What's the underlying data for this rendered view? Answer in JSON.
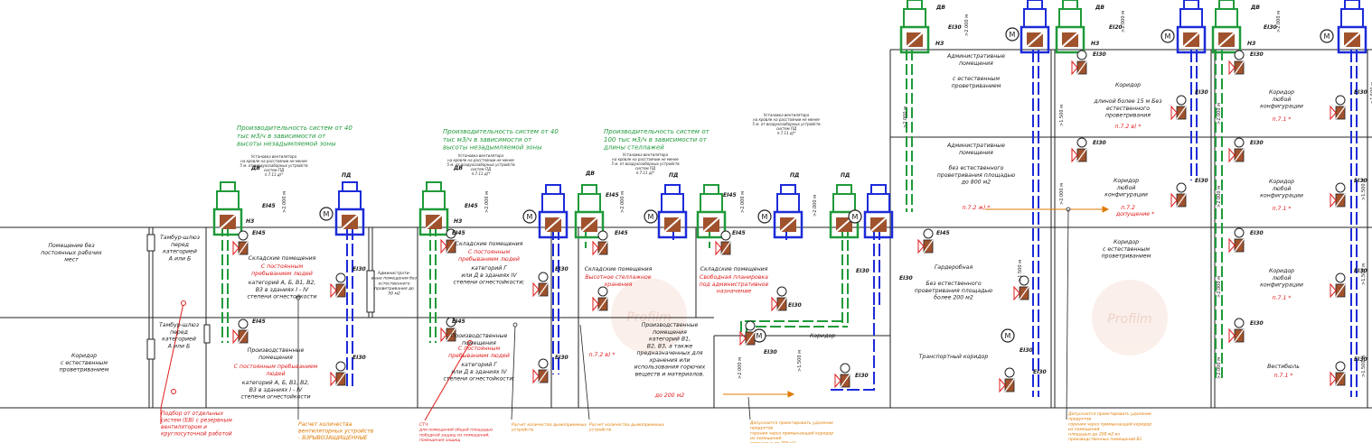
{
  "watermark": "Profilm",
  "labels": {
    "ds": "ДВ",
    "pd": "ПД",
    "nz": "НЗ",
    "e145": "EI45",
    "e130": "EI30",
    "e120": "EI20",
    "m": "M",
    "dim2000": ">2.000 м",
    "dim1500": ">1.500 м"
  },
  "rooms": {
    "room_no_workplaces": "Помещение без\nпостоянных рабочих\nмест",
    "corridor_left": "Коридор\nс естественным\nпроветриванием",
    "tambour_1": "Тамбур-шлюз\nперед\nкатегорией\nА или Б",
    "tambour_2": "Тамбур-шлюз\nперед\nкатегорией\nА или Б",
    "storage_1": "Складские помещения",
    "storage_1_red": "С постоянным\nпребыванием людей",
    "storage_1_tail": "категорий А, Б, В1, В2,\nВ3 в зданиях I - IV\nстепени огнестойкости",
    "production_1": "Производственные\nпомещения",
    "production_1_red": "С постоянным пребыванием\nлюдей",
    "production_1_tail": "категорий А, Б, В1, В2,\nВ3 в зданиях I - IV\nстепени огнестойкости",
    "storage_2": "Складские помещения",
    "storage_2_red": "С постоянным\nпребыванием людей",
    "storage_2_tail": "категорий Г\nили Д в зданиях IV\nстепени огнестойкости;",
    "production_2": "Производственные\nпомещения",
    "production_2_red": "С постоянным\nпребыванием людей",
    "production_2_tail": "категорий Г\nили Д в зданиях IV\nстепени огнестойкости;",
    "storage_3": "Складские помещения",
    "storage_3_red": "Высотное стеллажное\nхранения",
    "storage_4": "Складские помещения",
    "storage_4_red": "Свободная планировка\nпод административное\nназначение",
    "production_3": "Производственные\nпомещения\nкатегорий В1,\nВ2, В3, а также\nпредназначенных для\nхранения или\nиспользования горючих\nвеществ и материалов.",
    "production_3_red": "до 200 м2",
    "corridor_mid": "Коридор",
    "transport_corridor": "Транспортный коридор",
    "wardrobe": "Гардеробная",
    "wardrobe_tail": "Без естественного\nпроветривания площадью\nболее 200 м2",
    "admin_1": "Административные\nпомещения",
    "admin_1_tail": "с естественным\nпроветриванием",
    "admin_2": "Административные\nпомещения",
    "admin_2_tail": "без естественного\nпроветривания площадью\nдо 800 м2",
    "admin_2_red": "п.7.2 ж) *",
    "corridor_15": "Коридор",
    "corridor_15_tail": "длиной более 15 м Без\nестественного\nпроветривания",
    "corridor_15_red": "п.7.2 в) *",
    "corridor_any_1": "Коридор\nлюбой\nконфигурации",
    "corridor_any_1_red": "п.7.1 *",
    "corridor_any_2": "Коридор\nлюбой\nконфигурации",
    "corridor_any_2_red": "п.7.1 *",
    "corridor_any_3": "Коридор\nлюбой\nконфигурации",
    "corridor_any_3_red": "п.7.1 *",
    "corridor_any_4": "Коридор\nлюбой\nконфигурации",
    "corridor_any_4_red": "п.7.1 *",
    "corridor_nat": "Коридор\nс естественным\nпроветриванием",
    "vestibule": "Вестибюль",
    "vestibule_red": "п.7.1 *",
    "p72_red": "п.7.2",
    "p72_red2": "допущение *",
    "p72v_red": "п.7.2 в) *",
    "admin_note": "Администрати-\nвные помещения без\nестественного\nпроветривания до\n50 м2"
  },
  "notes": {
    "green_1": "Производительность систем от 40\nтыс м3/ч в зависимости от\nвысоты незадымляемой зоны",
    "green_2": "Производительность систем от 40\nтыс м3/ч в зависимости от\nвысоты незадымляемой зоны",
    "green_3": "Производительность систем от\n100 тыс м3/ч в зависимости от\nдлины стеллажей",
    "install_1": "Установка вентилятора\nна кровле на расстоянии не менее\n5 м. от воздухозаборных устройств\nсистем ПД\nп.7.11 д)*",
    "install_2": "Установка вентилятора\nна кровле на расстоянии не менее\n5 м. от воздухозаборных устройств\nсистем ПД\nп.7.11 д)*",
    "install_3": "Установка вентилятора\nна кровле на расстоянии не менее\n5 м. от воздухозаборных устройств\nсистем ПД\nп.7.11 д)*",
    "install_4": "Установка вентилятора\nна кровле на расстоянии не менее\n5 м. от воздухозаборных устройств\nсистем ПД\nп.7.11 д)*"
  },
  "bottom": {
    "b1": "Подбор от отдельных\nсистем (ЕВ) с резервным\nвентилятором и\nкруглосуточной работой",
    "b2": "Расчет количества\nвентиляторных устройств\n- ВЗРЫВОЗАЩИЩЕННЫЕ",
    "b3": "СТЧ:\nдля помещений общей площадью\nпобудкой защищ из помещений,\nпомещения защищ",
    "b4": "Расчет количества дымоприемных\nустройств",
    "b5": "Расчет количества дымоприемных\nустройств",
    "b6": "Допускается проектировать удаление\nпродуктов\nгорения через примыкающий коридор\nиз помещений\nплощадью до 200 м2",
    "b7": "Допускается проектировать удаление\nпродуктов\nгорения через примыкающий коридор\nиз помещений\nплощадью до 200 м2 из\nпроизводственных помещений В1"
  },
  "colors": {
    "exhaust": "#1f9a3a",
    "supply": "#1c2bd8",
    "requirement": "#e01b1b",
    "note": "#e07a00",
    "damper": "#a0522d"
  }
}
